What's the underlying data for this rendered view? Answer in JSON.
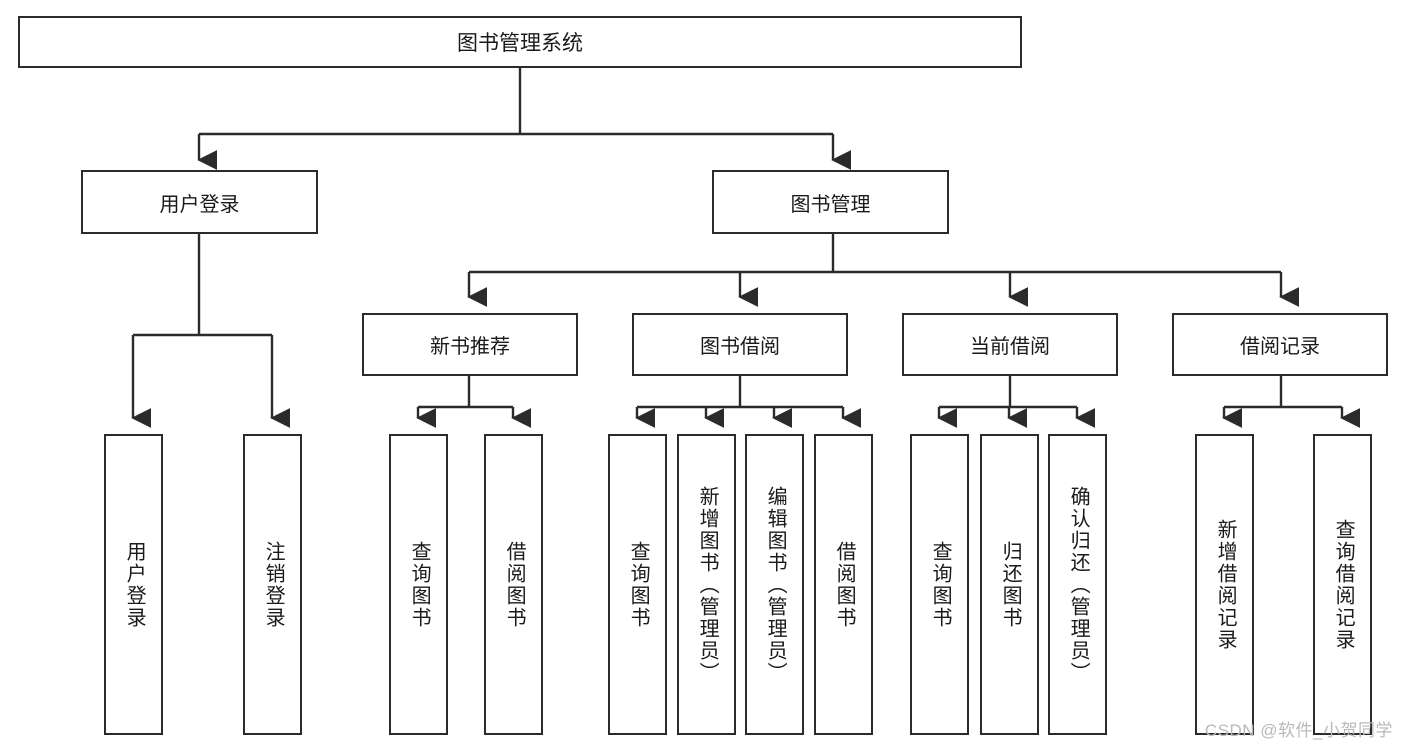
{
  "diagram": {
    "title": "图书管理系统",
    "type": "tree-hierarchy",
    "root": {
      "label": "图书管理系统"
    },
    "level1": [
      {
        "id": "user-login",
        "label": "用户登录"
      },
      {
        "id": "book-manage",
        "label": "图书管理"
      }
    ],
    "level2": [
      {
        "id": "new-book-rec",
        "label": "新书推荐"
      },
      {
        "id": "book-borrow",
        "label": "图书借阅"
      },
      {
        "id": "current-borrow",
        "label": "当前借阅"
      },
      {
        "id": "borrow-record",
        "label": "借阅记录"
      }
    ],
    "leaves": [
      {
        "id": "leaf-user-login",
        "label": "用户登录",
        "parent": "user-login"
      },
      {
        "id": "leaf-logout",
        "label": "注销登录",
        "parent": "user-login"
      },
      {
        "id": "leaf-query-book-1",
        "label": "查询图书",
        "parent": "new-book-rec"
      },
      {
        "id": "leaf-borrow-book-1",
        "label": "借阅图书",
        "parent": "new-book-rec"
      },
      {
        "id": "leaf-query-book-2",
        "label": "查询图书",
        "parent": "book-borrow"
      },
      {
        "id": "leaf-add-book",
        "label": "新增图书（管理员）",
        "parent": "book-borrow"
      },
      {
        "id": "leaf-edit-book",
        "label": "编辑图书（管理员）",
        "parent": "book-borrow"
      },
      {
        "id": "leaf-borrow-book-2",
        "label": "借阅图书",
        "parent": "book-borrow"
      },
      {
        "id": "leaf-query-book-3",
        "label": "查询图书",
        "parent": "current-borrow"
      },
      {
        "id": "leaf-return-book",
        "label": "归还图书",
        "parent": "current-borrow"
      },
      {
        "id": "leaf-confirm-return",
        "label": "确认归还（管理员）",
        "parent": "current-borrow"
      },
      {
        "id": "leaf-add-record",
        "label": "新增借阅记录",
        "parent": "borrow-record"
      },
      {
        "id": "leaf-query-record",
        "label": "查询借阅记录",
        "parent": "borrow-record"
      }
    ],
    "watermark": "CSDN @软件_小贺同学",
    "colors": {
      "stroke": "#2b2b2b",
      "fill": "#ffffff",
      "text": "#1a1a1a",
      "watermark": "#b9b9b9"
    }
  }
}
